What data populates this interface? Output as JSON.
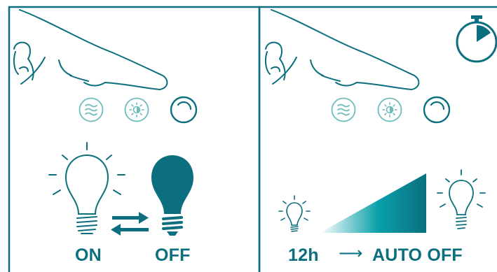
{
  "colors": {
    "primary": "#0b6f7f",
    "accent": "#0aa0aa",
    "light": "#6fbcbc",
    "background": "#ffffff"
  },
  "left_panel": {
    "buttons": [
      {
        "icon": "waves-icon"
      },
      {
        "icon": "brightness-icon"
      },
      {
        "icon": "power-ring-icon"
      }
    ],
    "label_on": "ON",
    "label_off": "OFF",
    "icons": [
      "hand-pointing-icon",
      "bulb-on-icon",
      "toggle-arrows-icon",
      "bulb-off-icon"
    ]
  },
  "right_panel": {
    "buttons": [
      {
        "icon": "waves-icon"
      },
      {
        "icon": "brightness-icon"
      },
      {
        "icon": "power-ring-icon"
      }
    ],
    "label_duration": "12h",
    "label_arrow": "⟶",
    "label_auto_off": "AUTO OFF",
    "icons": [
      "hand-pointing-icon",
      "timer-icon",
      "small-bulb-icon",
      "fade-ramp-icon",
      "large-bulb-icon"
    ]
  }
}
